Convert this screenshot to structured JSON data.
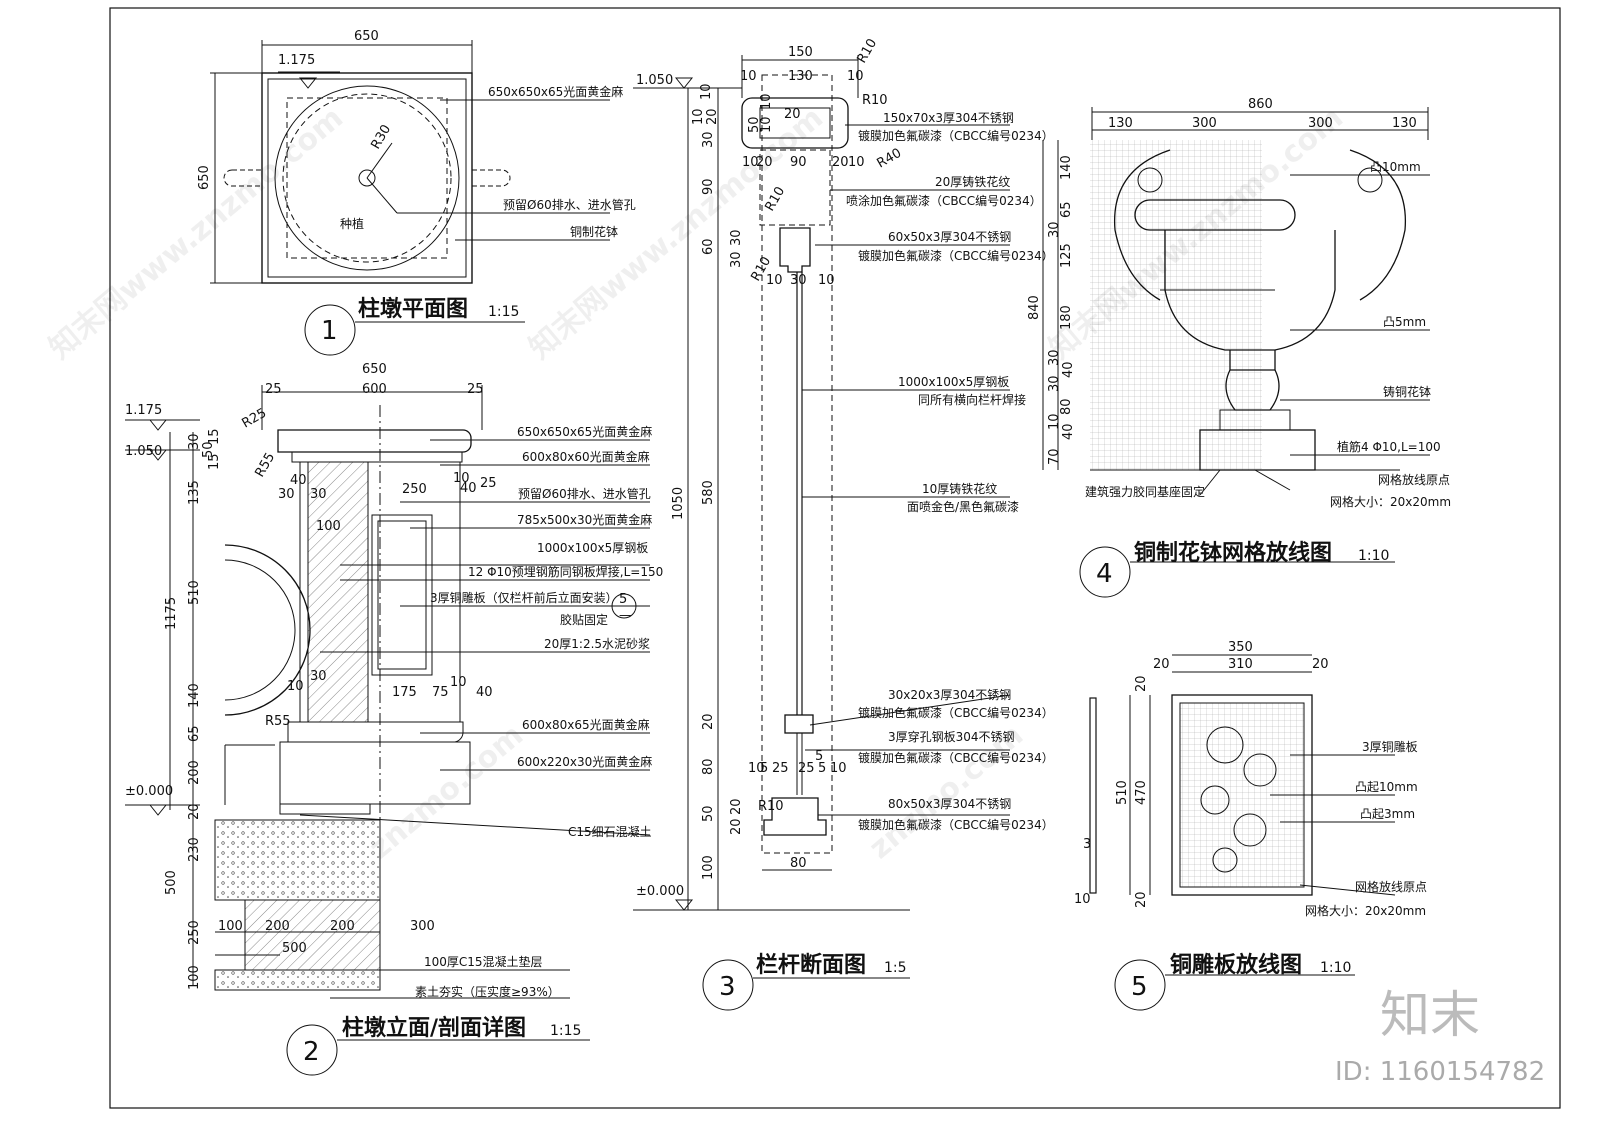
{
  "watermarks": {
    "brand_cn": "知末",
    "id_text": "ID: 1160154782",
    "repeat": "znzmo.com",
    "repeat_cn": "知末网www.znzmo.com"
  },
  "views": [
    {
      "number": "1",
      "title": "柱墩平面图",
      "scale": "1:15",
      "dims": [
        "650",
        "1.175",
        "650",
        "R30"
      ],
      "notes": [
        "650x650x65光面黄金麻",
        "预留Ø60排水、进水管孔",
        "铜制花钵"
      ],
      "inner_label": "种植"
    },
    {
      "number": "2",
      "title": "柱墩立面/剖面详图",
      "scale": "1:15",
      "levels": [
        "1.175",
        "1.050",
        "±0.000"
      ],
      "top_dims": [
        "650",
        "25",
        "600",
        "25"
      ],
      "mid_dims": [
        "250",
        "40",
        "10",
        "25",
        "40",
        "30",
        "100",
        "175",
        "75",
        "10",
        "40",
        "10",
        "30",
        "30"
      ],
      "radius": [
        "R25",
        "R55",
        "R55"
      ],
      "left_dims": [
        "30",
        "50",
        "15",
        "15",
        "135",
        "510",
        "140",
        "65",
        "200",
        "20",
        "230",
        "250",
        "100",
        "1175",
        "500"
      ],
      "bottom_dims": [
        "100",
        "200",
        "200",
        "300",
        "500"
      ],
      "notes": [
        "650x650x65光面黄金麻",
        "600x80x60光面黄金麻",
        "预留Ø60排水、进水管孔",
        "785x500x30光面黄金麻",
        "1000x100x5厚钢板",
        "12 Φ10预埋钢筋同钢板焊接,L=150",
        "3厚铜雕板（仅栏杆前后立面安装）",
        "胶贴固定",
        "20厚1:2.5水泥砂浆",
        "600x80x65光面黄金麻",
        "600x220x30光面黄金麻",
        "C15细石混凝土",
        "100厚C15混凝土垫层",
        "素土夯实（压实度≥93%）"
      ],
      "ref_num": "5",
      "ref_sub": "—"
    },
    {
      "number": "3",
      "title": "栏杆断面图",
      "scale": "1:5",
      "levels": [
        "1.050",
        "±0.000"
      ],
      "top_dims": [
        "150",
        "130",
        "10",
        "10",
        "R10",
        "R10",
        "R40",
        "10",
        "20",
        "90",
        "20",
        "10"
      ],
      "left_dims": [
        "10",
        "10",
        "20",
        "30",
        "90",
        "60",
        "580",
        "20",
        "80",
        "50",
        "20",
        "100",
        "1050"
      ],
      "mid_dims": [
        "R10",
        "R10",
        "30",
        "30",
        "10",
        "30",
        "10",
        "50",
        "10",
        "10",
        "20",
        "20",
        "5",
        "10",
        "5",
        "25",
        "25",
        "5",
        "10",
        "R10",
        "80"
      ],
      "notes": [
        "150x70x3厚304不锈钢",
        "镀膜加色氟碳漆（CBCC编号0234）",
        "20厚铸铁花纹",
        "喷涂加色氟碳漆（CBCC编号0234）",
        "60x50x3厚304不锈钢",
        "镀膜加色氟碳漆（CBCC编号0234）",
        "1000x100x5厚钢板",
        "同所有横向栏杆焊接",
        "10厚铸铁花纹",
        "面喷金色/黑色氟碳漆",
        "30x20x3厚304不锈钢",
        "镀膜加色氟碳漆（CBCC编号0234）",
        "3厚穿孔钢板304不锈钢",
        "镀膜加色氟碳漆（CBCC编号0234）",
        "80x50x3厚304不锈钢",
        "镀膜加色氟碳漆（CBCC编号0234）"
      ]
    },
    {
      "number": "4",
      "title": "铜制花钵网格放线图",
      "scale": "1:10",
      "top_dims": [
        "860",
        "130",
        "300",
        "300",
        "130"
      ],
      "left_dims": [
        "140",
        "65",
        "30",
        "125",
        "180",
        "30",
        "30",
        "40",
        "80",
        "10",
        "40",
        "70",
        "840"
      ],
      "notes": [
        "凸10mm",
        "凸5mm",
        "铸铜花钵",
        "植筋4 Φ10,L=100",
        "网格放线原点",
        "网格大小：20x20mm",
        "建筑强力胶同基座固定"
      ]
    },
    {
      "number": "5",
      "title": "铜雕板放线图",
      "scale": "1:10",
      "top_dims": [
        "350",
        "20",
        "310",
        "20"
      ],
      "left_dims": [
        "20",
        "510",
        "470",
        "20",
        "3",
        "10"
      ],
      "notes": [
        "3厚铜雕板",
        "凸起10mm",
        "凸起3mm",
        "网格放线原点",
        "网格大小：20x20mm"
      ]
    }
  ]
}
